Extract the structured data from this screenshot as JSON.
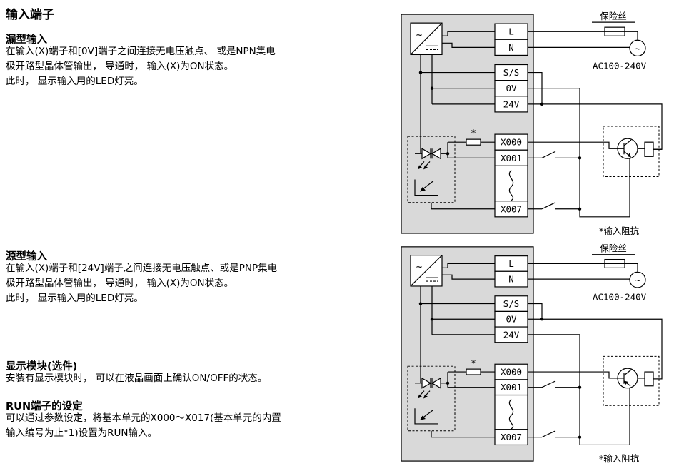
{
  "content": {
    "title": "输入端子",
    "sections": [
      {
        "heading": "漏型输入",
        "body": "在输入(X)端子和[0V]端子之间连接无电压触点、 或是NPN集电\n极开路型晶体管输出， 导通时， 输入(X)为ON状态。\n此时， 显示输入用的LED灯亮。"
      },
      {
        "heading": "源型输入",
        "body": "在输入(X)端子和[24V]端子之间连接无电压触点、或是PNP集电\n极开路型晶体管输出， 导通时， 输入(X)为ON状态。\n此时， 显示输入用的LED灯亮。"
      },
      {
        "heading": "显示模块(选件)",
        "body": "安装有显示模块时， 可以在液晶画面上确认ON/OFF的状态。"
      },
      {
        "heading": "RUN端子的设定",
        "body": "可以通过参数设定，将基本单元的X000～X017(基本单元的内置\n输入编号为止*1)设置为RUN输入。"
      }
    ]
  },
  "diagram": {
    "fuse_label": "保险丝",
    "ac_label": "AC100-240V",
    "impedance_note": "*输入阻抗",
    "asterisk": "*",
    "ac_wave": "~",
    "psu_wave": "~",
    "terminals": {
      "l": "L",
      "n": "N",
      "ss": "S/S",
      "zerov": "0V",
      "v24": "24V",
      "x000": "X000",
      "x001": "X001",
      "x007": "X007"
    }
  }
}
